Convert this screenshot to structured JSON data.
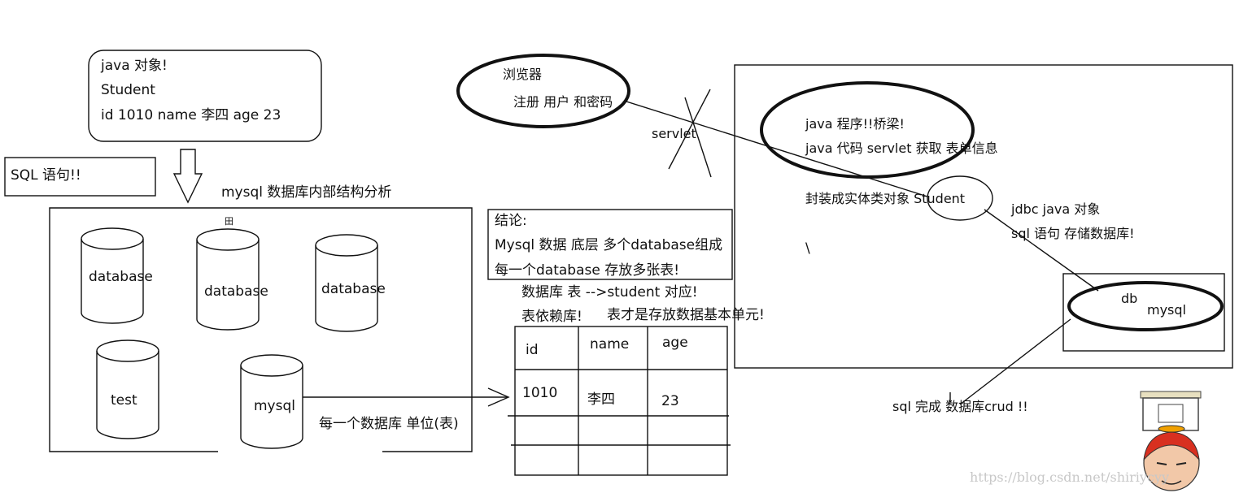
{
  "object_box": {
    "line1": "java   对象!",
    "line2": "Student",
    "line3": "id   1010  name  李四   age  23"
  },
  "sql_box": {
    "label": "SQL 语句!!"
  },
  "mysql_title": "mysql   数据库内部结构分析",
  "cylinders": {
    "c1": "database",
    "c2": "database",
    "c3": "database",
    "c4": "test",
    "c5": "mysql"
  },
  "small_glyph": "田",
  "unit_label": "每一个数据库 单位(表)",
  "conclusion": {
    "line1": "结论:",
    "line2": "Mysql 数据 底层 多个database组成",
    "line3": "每一个database 存放多张表!"
  },
  "table_note1": "数据库 表   -->student 对应!",
  "table_note2a": "表依赖库!",
  "table_note2b": "表才是存放数据基本单元!",
  "table": {
    "headers": [
      "id",
      "name",
      "age"
    ],
    "rows": [
      [
        "1010",
        "李四",
        "23"
      ]
    ]
  },
  "browser": {
    "line1": "浏览器",
    "line2": "注册  用户  和密码"
  },
  "servlet_label": "servlet",
  "java_program": {
    "line1": "java   程序!!桥梁!",
    "line2": "java   代码 servlet  获取   表单信息"
  },
  "encapsulate": "封装成实体类对象 Student",
  "jdbc": {
    "line1": "jdbc  java 对象",
    "line2": "sql   语句  存储数据库!"
  },
  "backslash": "\\",
  "db": {
    "line1": "db",
    "line2": "mysql"
  },
  "crud": "sql   完成  数据库crud !!",
  "watermark": "https://blog.csdn.net/shiriycyy"
}
